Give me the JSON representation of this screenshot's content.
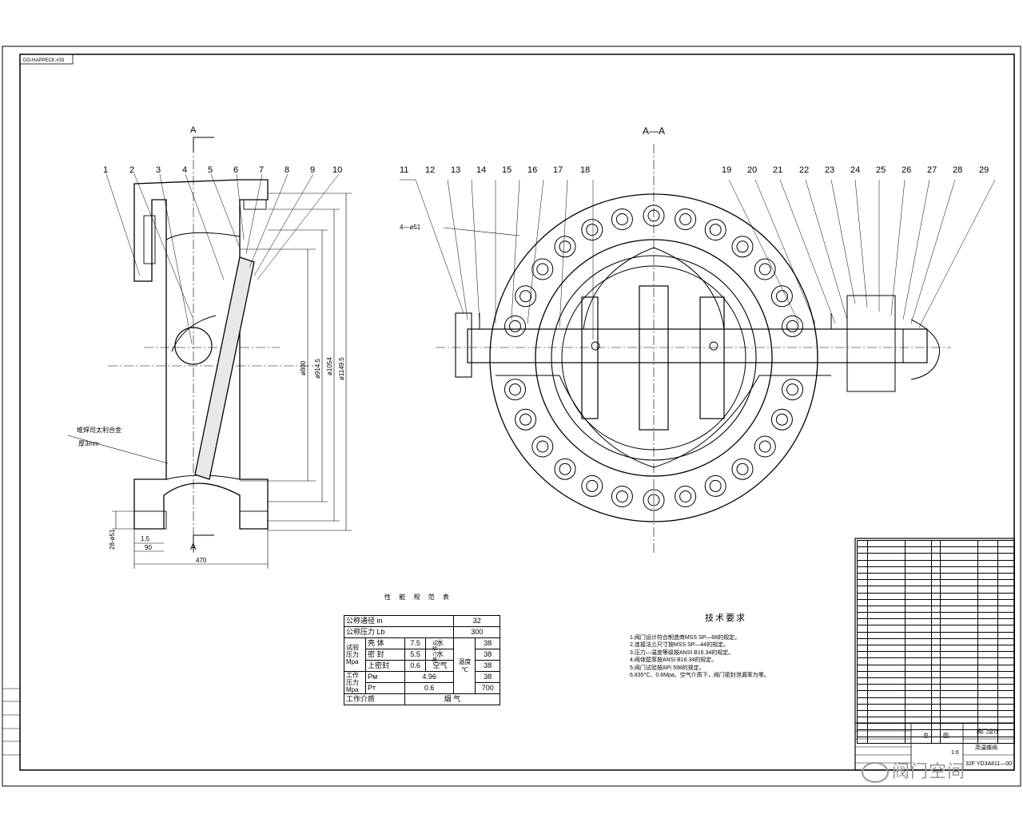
{
  "drawing_code": "DO-HAPPECK.#33",
  "left_view": {
    "section_letter_top": "A",
    "section_letter_bottom": "A",
    "part_numbers": [
      "1",
      "2",
      "3",
      "4",
      "5",
      "6",
      "7",
      "8",
      "9",
      "10"
    ],
    "dimensions": {
      "d1": "ø800",
      "d2": "ø914.5",
      "d3": "ø1054",
      "d4": "ø1149.5",
      "width": "470",
      "holes": "28-ø51",
      "d5": "1.5",
      "d6": "90"
    },
    "overlay_label": "堆焊司太利合金",
    "overlay_thickness": "厚3mm"
  },
  "section_view": {
    "title": "A—A",
    "bolt_label": "4—ø51",
    "part_numbers": [
      "11",
      "12",
      "13",
      "14",
      "15",
      "16",
      "17",
      "18",
      "19",
      "20",
      "21",
      "22",
      "23",
      "24",
      "25",
      "26",
      "27",
      "28",
      "29"
    ]
  },
  "performance_table": {
    "title": "性 能 规 范 表",
    "rows": [
      [
        "公称通径 in",
        "32"
      ],
      [
        "公称压力 Lb",
        "300"
      ]
    ],
    "test_pressure": {
      "label": "试验压力Mpa",
      "items": [
        [
          "壳 体",
          "7.5"
        ],
        [
          "密 封",
          "5.5"
        ],
        [
          "上密封",
          "0.6"
        ]
      ],
      "medium_label": "试验介质",
      "media": [
        "水",
        "水",
        "空气"
      ]
    },
    "temperature": {
      "label": "温度 ℃",
      "values": [
        "38",
        "38",
        "38",
        "38",
        "700"
      ]
    },
    "work_pressure": {
      "label": "工作压力Mpa",
      "items": [
        [
          "Pм",
          "4.96"
        ],
        [
          "Pт",
          "0.6"
        ]
      ]
    },
    "work_medium": [
      "工作介质",
      "烟 气"
    ]
  },
  "technical_requirements": {
    "title": "技术要求",
    "items": [
      "1.阀门设计符合制造商MSS SP—68的规定。",
      "2.连接法兰尺寸按MSS SP—44的规定。",
      "3.压力—温度等级按ANSI B16.34的规定。",
      "4.阀体壁厚按ANSI B16.34的规定。",
      "5.阀门试验按API 598的规定。",
      "6.835℃、0.6Mpa、空气介质下，阀门密封泄漏率为零。"
    ]
  },
  "title_block": {
    "company": "阀门设计",
    "name": "高温蝶阀",
    "drawing_no": "32F YD3A811—00",
    "label_a": "总",
    "label_b": "图",
    "scale": "1:6"
  },
  "watermark": "阀门空间"
}
